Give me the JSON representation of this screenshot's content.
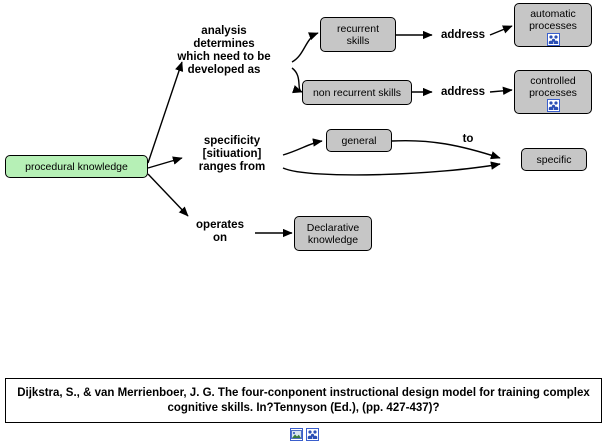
{
  "diagram": {
    "root": {
      "label": "procedural knowledge",
      "color": "#b6f0b6"
    },
    "branch_labels": [
      {
        "id": "analysis",
        "text": "analysis\ndetermines\nwhich need to be\ndeveloped as"
      },
      {
        "id": "specificity",
        "text": "specificity\n[sitiuation]\nranges from"
      },
      {
        "id": "operates-on",
        "text": "operates\non"
      }
    ],
    "connector_labels": [
      {
        "id": "address-1",
        "text": "address"
      },
      {
        "id": "address-2",
        "text": "address"
      },
      {
        "id": "to",
        "text": "to"
      }
    ],
    "nodes": [
      {
        "id": "recurrent-skills",
        "label": "recurrent\nskills",
        "color": "#c6c6c6"
      },
      {
        "id": "non-recurrent-skills",
        "label": "non recurrent skills",
        "color": "#c6c6c6"
      },
      {
        "id": "automatic-processes",
        "label": "automatic\nprocesses",
        "color": "#c6c6c6"
      },
      {
        "id": "controlled-processes",
        "label": "controlled\nprocesses",
        "color": "#c6c6c6"
      },
      {
        "id": "general",
        "label": "general",
        "color": "#c6c6c6"
      },
      {
        "id": "specific",
        "label": "specific",
        "color": "#c6c6c6"
      },
      {
        "id": "declarative-knowledge",
        "label": "Declarative\nknowledge",
        "color": "#c6c6c6"
      }
    ],
    "icons": [
      {
        "id": "automatic-processes-icon",
        "name": "people-group-icon"
      },
      {
        "id": "controlled-processes-icon",
        "name": "people-group-icon"
      }
    ]
  },
  "citation": {
    "text": "Dijkstra, S., & van Merrienboer,  J. G. The four-conponent instructional design model for training complex cognitive skills. In?Tennyson (Ed.), (pp. 427-437)?"
  },
  "footer": {
    "icons": [
      {
        "id": "footer-image-icon",
        "name": "image-icon"
      },
      {
        "id": "footer-people-icon",
        "name": "people-group-icon"
      }
    ]
  }
}
